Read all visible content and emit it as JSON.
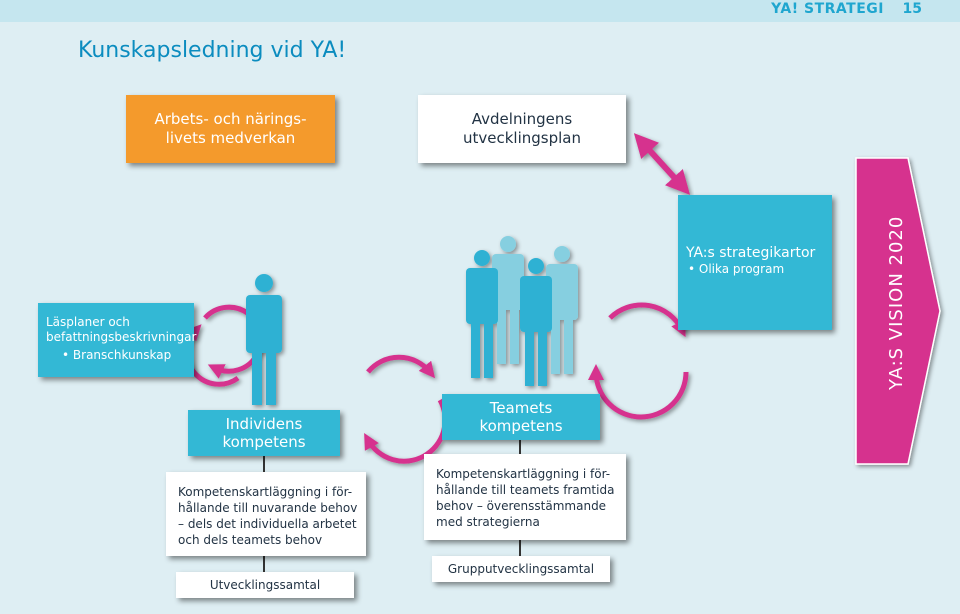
{
  "header": {
    "brand": "YA! STRATEGI",
    "page_number": "15"
  },
  "title": "Kunskapsledning vid YA!",
  "boxes": {
    "industry": "Arbets- och närings-\nlivets medverkan",
    "department_plan": "Avdelningens\nutvecklingsplan",
    "curricula_line1": "Läsplaner och",
    "curricula_line2": "befattningsbeskrivningar",
    "curricula_bullet": "Branschkunskap",
    "strategy_title": "YA:s strategikartor",
    "strategy_bullet": "Olika program",
    "individual_comp_line1": "Individens",
    "individual_comp_line2": "kompetens",
    "team_comp_line1": "Teamets",
    "team_comp_line2": "kompetens",
    "mapping_individual": "Kompetenskartläggning i för-\nhållande till nuvarande behov\n– dels det individuella arbetet\noch dels teamets behov",
    "mapping_team": "Kompetenskartläggning i för-\nhållande till teamets framtida\nbehov – överensstämmande\nmed strategierna",
    "dev_talk": "Utvecklingssamtal",
    "group_dev_talk": "Grupputvecklingssamtal"
  },
  "vision": "YA:S VISION 2020",
  "colors": {
    "accent_blue": "#0b8cbf",
    "orange": "#f49a2c",
    "teal": "#33b8d5",
    "magenta": "#d6318e",
    "figure": "#2fb1d3"
  }
}
